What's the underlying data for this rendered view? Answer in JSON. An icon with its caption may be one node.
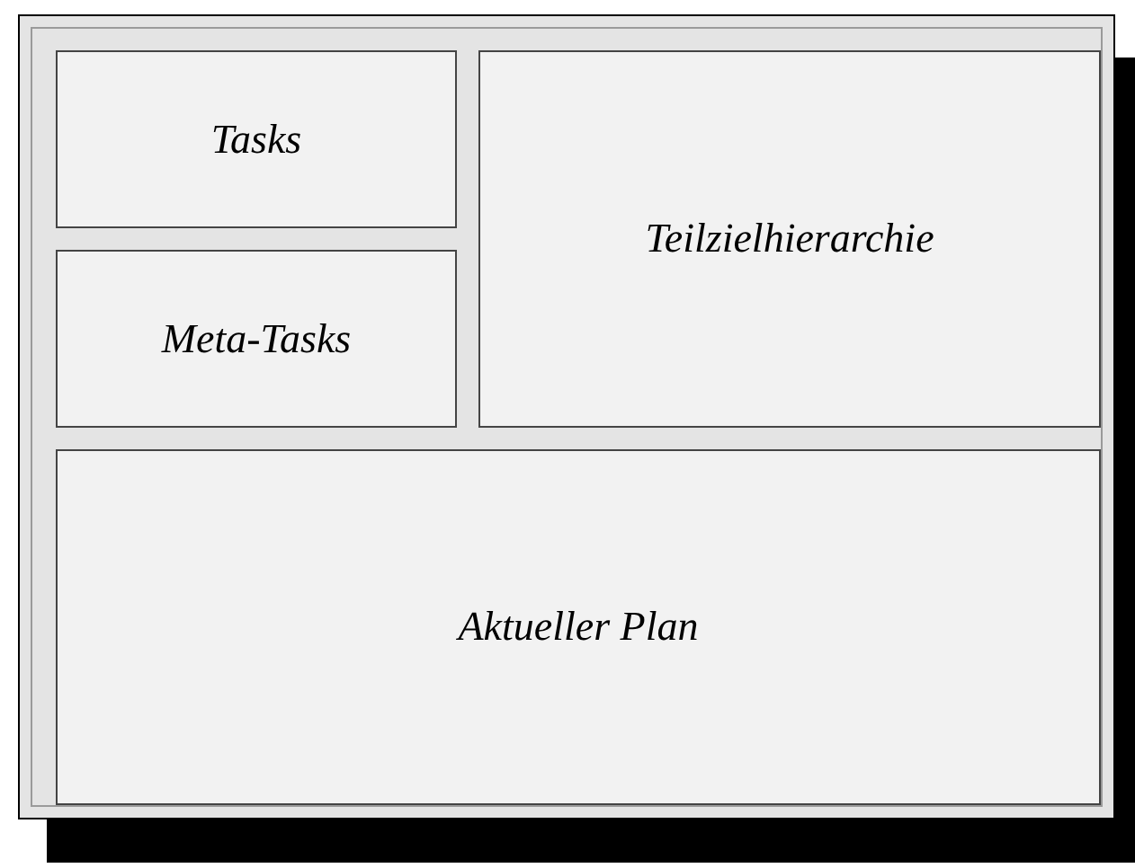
{
  "diagram": {
    "nodes": [
      {
        "text": [],
        "shape": "box"
      },
      {
        "text": [
          "Tasks"
        ],
        "in": 0
      },
      {
        "text": [
          "Meta-Tasks"
        ],
        "in": 0
      },
      {
        "text": [
          "Teilzielhierarchie"
        ],
        "in": 0
      },
      {
        "text": [
          "Aktueller Plan"
        ],
        "in": 0
      }
    ]
  }
}
